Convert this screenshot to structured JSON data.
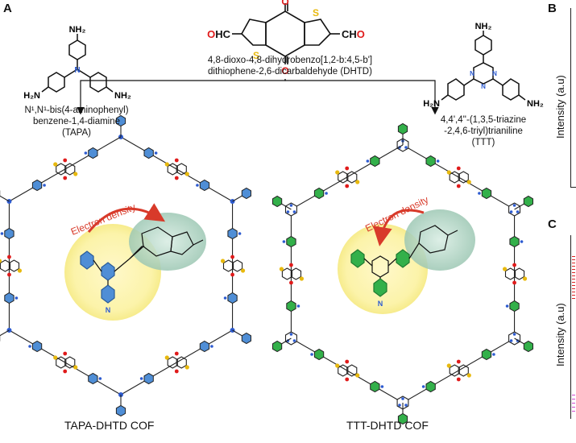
{
  "panels": {
    "a": "A",
    "b": "B",
    "c": "C"
  },
  "dhtd": {
    "aldehyde_left": "OHC",
    "aldehyde_right": "CHO",
    "o_atom": "O",
    "s_atom": "S",
    "name_line1": "4,8-dioxo-4,8-dihydrobenzo[1,2-b:4,5-b']",
    "name_line2": "dithiophene-2,6-dicarbaldehyde (DHTD)"
  },
  "tapa": {
    "nh2": "NH₂",
    "h2n": "H₂N",
    "n_atom": "N",
    "name_line1": "N¹,N¹-bis(4-aminophenyl)",
    "name_line2": "benzene-1,4-diamine",
    "name_line3": "(TAPA)"
  },
  "ttt": {
    "nh2": "NH₂",
    "h2n": "H₂N",
    "n_atom": "N",
    "name_line1": "4,4',4''-(1,3,5-triazine",
    "name_line2": "-2,4,6-triyl)trianiline",
    "name_line3": "(TTT)"
  },
  "annotations": {
    "electron_density": "Electron density"
  },
  "captions": {
    "left": "TAPA-DHTD COF",
    "right": "TTT-DHTD COF"
  },
  "axes": {
    "b_ylabel": "Intensity (a.u)",
    "c_ylabel": "Intensity (a.u)"
  },
  "colors": {
    "sulfur": "#e8b90e",
    "oxygen": "#e01b1b",
    "phenyl_tapa": "#4f8ed6",
    "phenyl_ttt": "#33b04a",
    "nitrogen": "#2d5bd0",
    "yellow_glow": "#fbf19a",
    "teal_glow": "#9cc7b3",
    "arrow": "#d83a2a"
  }
}
